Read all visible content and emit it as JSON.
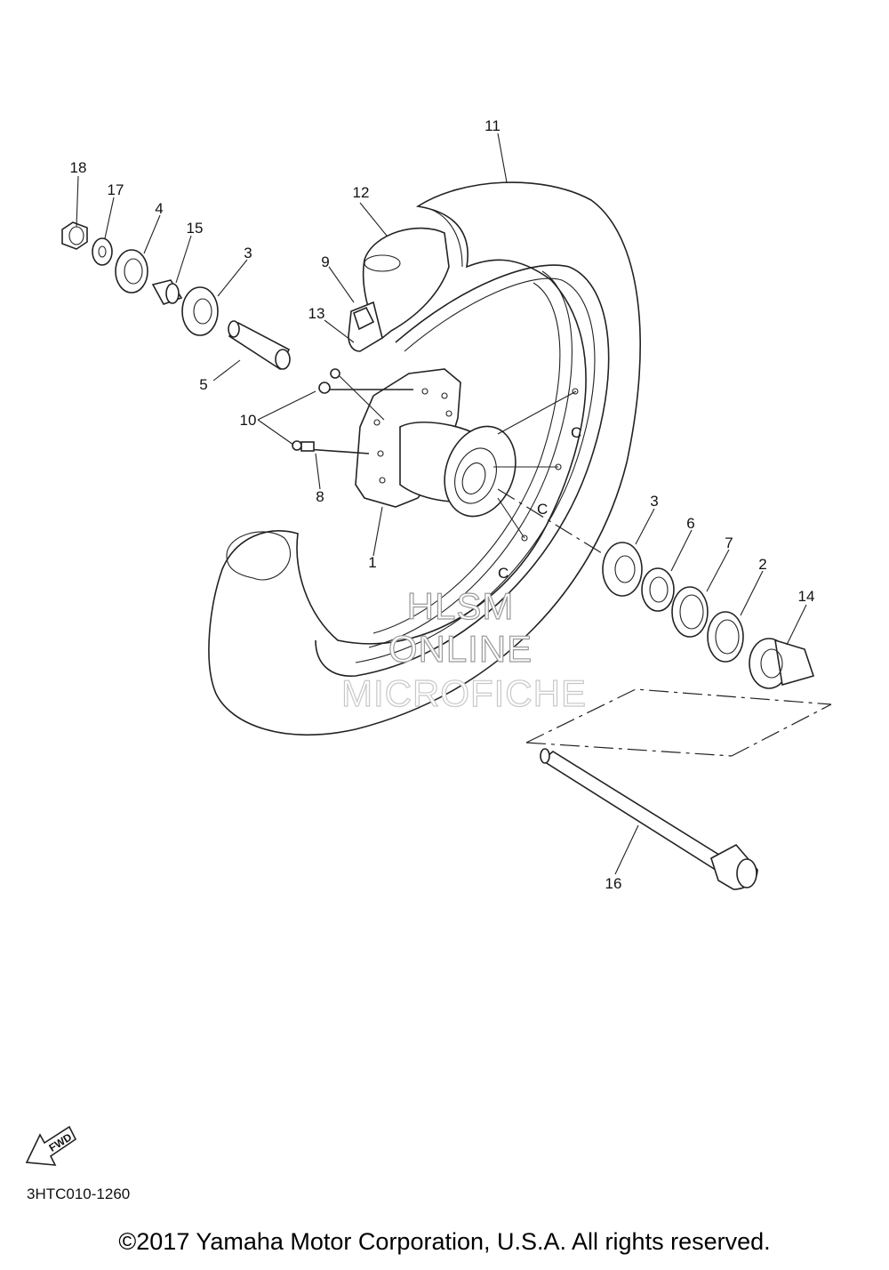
{
  "diagram": {
    "callouts": [
      "11",
      "12",
      "9",
      "13",
      "18",
      "17",
      "4",
      "15",
      "3",
      "5",
      "10",
      "8",
      "1",
      "3",
      "6",
      "7",
      "2",
      "14",
      "16"
    ],
    "watermark": [
      "HLSM",
      "ONLINE",
      "MICROFICHE"
    ],
    "fwd_label": "FWD",
    "drawing_code": "3HTC010-1260",
    "copyright": "©2017 Yamaha Motor Corporation, U.S.A. All rights reserved."
  },
  "colors": {
    "line": "#222222",
    "watermark_outline": "#9a9a9a",
    "background": "#ffffff"
  }
}
